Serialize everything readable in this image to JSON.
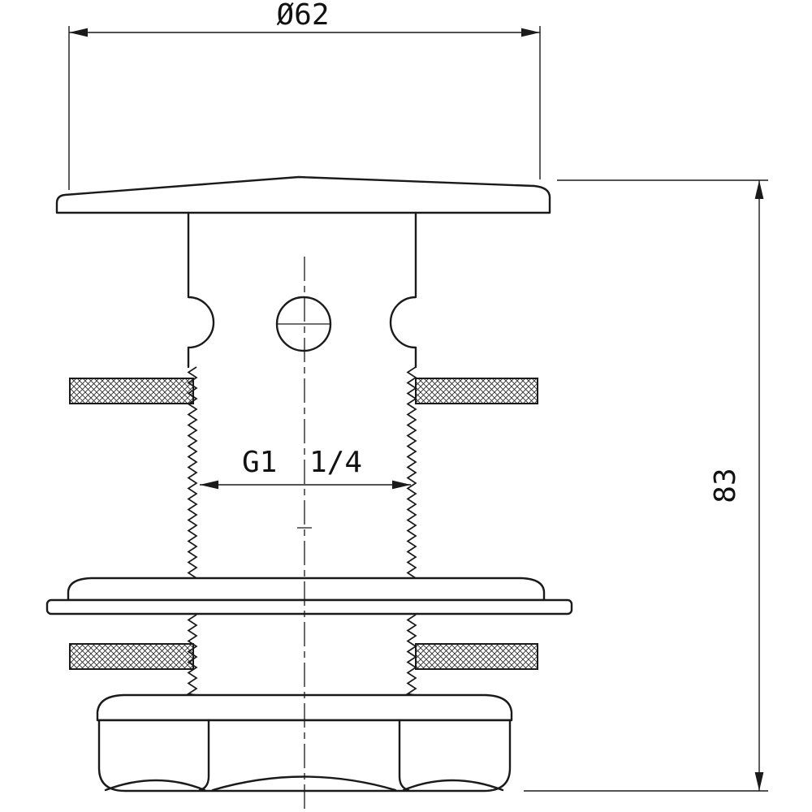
{
  "drawing": {
    "type": "technical-drawing",
    "subject": "basin-waste-drain-fitting-section",
    "dim_diameter": "Ø62",
    "dim_height": "83",
    "dim_thread": "G1 1/4",
    "line_color": "#1a1a1a",
    "background_color": "#ffffff"
  }
}
